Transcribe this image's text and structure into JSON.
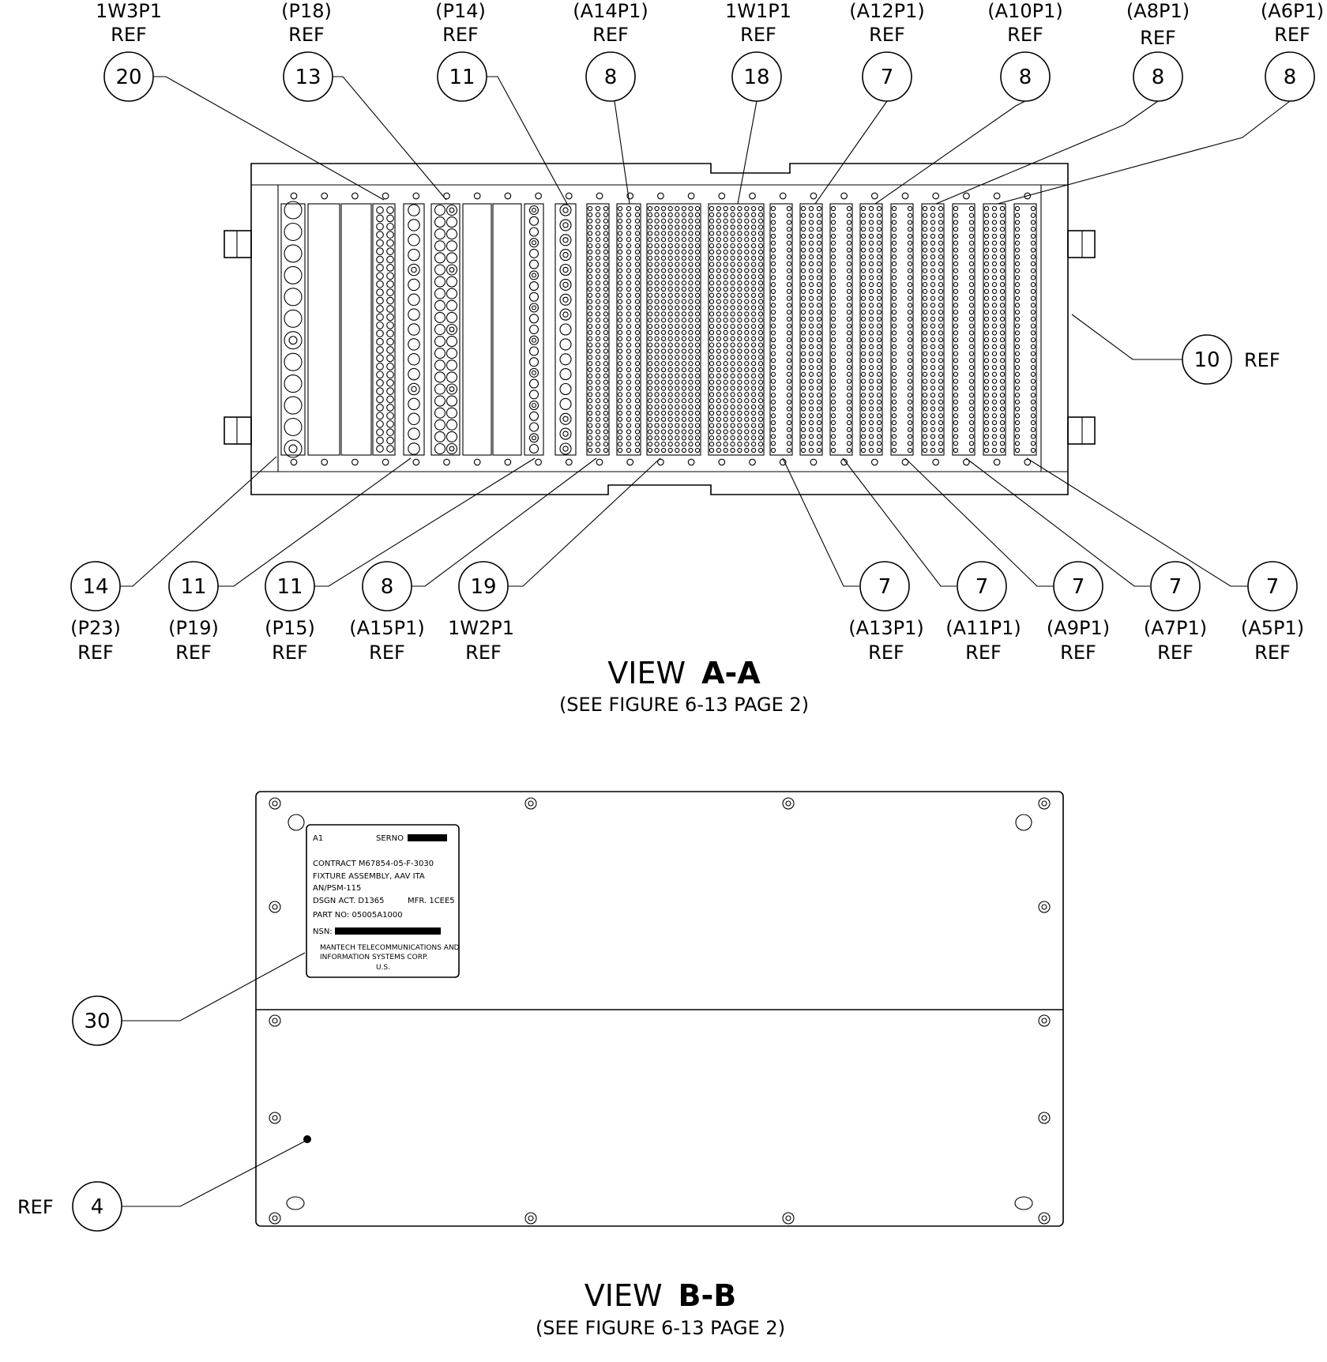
{
  "colors": {
    "ink": "#000000",
    "paper": "#ffffff"
  },
  "view_aa": {
    "title_prefix": "VIEW",
    "title_letters": "A-A",
    "subtitle": "(SEE FIGURE 6-13 PAGE 2)",
    "top_callouts": [
      {
        "number": "20",
        "ref_line1": "1W3P1",
        "ref_line2": "REF"
      },
      {
        "number": "13",
        "ref_line1": "(P18)",
        "ref_line2": "REF"
      },
      {
        "number": "11",
        "ref_line1": "(P14)",
        "ref_line2": "REF"
      },
      {
        "number": "8",
        "ref_line1": "(A14P1)",
        "ref_line2": "REF"
      },
      {
        "number": "18",
        "ref_line1": "1W1P1",
        "ref_line2": "REF"
      },
      {
        "number": "7",
        "ref_line1": "(A12P1)",
        "ref_line2": "REF"
      },
      {
        "number": "8",
        "ref_line1": "(A10P1)",
        "ref_line2": "REF"
      },
      {
        "number": "8",
        "ref_line1": "(A8P1)",
        "ref_line2": "REF"
      },
      {
        "number": "8",
        "ref_line1": "(A6P1)",
        "ref_line2": "REF"
      }
    ],
    "bottom_callouts": [
      {
        "number": "14",
        "ref_line1": "(P23)",
        "ref_line2": "REF"
      },
      {
        "number": "11",
        "ref_line1": "(P19)",
        "ref_line2": "REF"
      },
      {
        "number": "11",
        "ref_line1": "(P15)",
        "ref_line2": "REF"
      },
      {
        "number": "8",
        "ref_line1": "(A15P1)",
        "ref_line2": "REF"
      },
      {
        "number": "19",
        "ref_line1": "1W2P1",
        "ref_line2": "REF"
      },
      {
        "number": "7",
        "ref_line1": "(A13P1)",
        "ref_line2": "REF"
      },
      {
        "number": "7",
        "ref_line1": "(A11P1)",
        "ref_line2": "REF"
      },
      {
        "number": "7",
        "ref_line1": "(A9P1)",
        "ref_line2": "REF"
      },
      {
        "number": "7",
        "ref_line1": "(A7P1)",
        "ref_line2": "REF"
      },
      {
        "number": "7",
        "ref_line1": "(A5P1)",
        "ref_line2": "REF"
      }
    ],
    "side_callout": {
      "number": "10",
      "label": "REF"
    }
  },
  "view_bb": {
    "title_prefix": "VIEW",
    "title_letters": "B-B",
    "subtitle": "(SEE FIGURE 6-13 PAGE 2)",
    "nameplate": {
      "designator": "A1",
      "serno_label": "SERNO",
      "contract": "CONTRACT M67854-05-F-3030",
      "item": "FIXTURE ASSEMBLY, AAV ITA",
      "model": "AN/PSM-115",
      "dsgn_act": "DSGN ACT. D1365",
      "mfr": "MFR. 1CEE5",
      "part_no": "PART NO: 05005A1000",
      "nsn_label": "NSN:",
      "company_line1": "MANTECH TELECOMMUNICATIONS AND",
      "company_line2": "INFORMATION SYSTEMS CORP.",
      "country": "U.S."
    },
    "callout_30": {
      "number": "30"
    },
    "callout_4": {
      "number": "4",
      "label": "REF"
    }
  }
}
